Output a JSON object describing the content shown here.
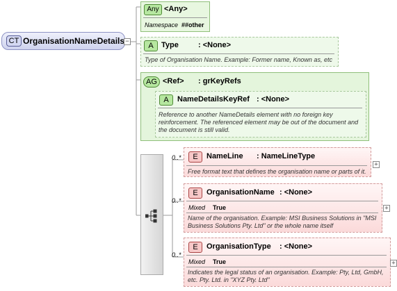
{
  "root": {
    "badge": "CT",
    "name": "OrganisationNameDetails"
  },
  "any_box": {
    "badge": "Any",
    "title": "<Any>",
    "ns_label": "Namespace",
    "ns_value": "##other"
  },
  "type_attr": {
    "badge": "A",
    "name": "Type",
    "type": ": <None>",
    "desc": "Type of Organisation Name. Example: Former name, Known as, etc"
  },
  "attr_group": {
    "badge": "AG",
    "ref": "<Ref>",
    "name": ": grKeyRefs",
    "inner_badge": "A",
    "inner_name": "NameDetailsKeyRef",
    "inner_type": ": <None>",
    "desc": "Reference to another NameDetails element with no foreign key reinforcement. The referenced element may be out of the document and the document is still valid."
  },
  "elements": [
    {
      "badge": "E",
      "mult": "0..*",
      "name": "NameLine",
      "type": ": NameLineType",
      "desc": "Free format text that defines the organisation name or parts of it."
    },
    {
      "badge": "E",
      "mult": "0..*",
      "name": "OrganisationName",
      "type": ": <None>",
      "mixed_label": "Mixed",
      "mixed_value": "True",
      "desc": "Name of the organisation. Example: MSI Business Solutions in \"MSI Business Solutions Pty. Ltd\" or the whole name itself"
    },
    {
      "badge": "E",
      "mult": "0..*",
      "name": "OrganisationType",
      "type": ": <None>",
      "mixed_label": "Mixed",
      "mixed_value": "True",
      "desc": "Indicates the legal status of an organisation. Example: Pty, Ltd, GmbH, etc. Pty. Ltd. in \"XYZ Pty. Ltd\""
    }
  ],
  "colors": {
    "green_fill": "#e8f7e0",
    "green_badge": "#b6e7a0",
    "red_fill": "#fde8e8",
    "red_badge": "#f7c8c8",
    "root_fill": "#dfe1f5",
    "connector": "#999999"
  },
  "icons": {
    "sequence": "sequence-compositor-icon",
    "expand": "plus-icon"
  }
}
